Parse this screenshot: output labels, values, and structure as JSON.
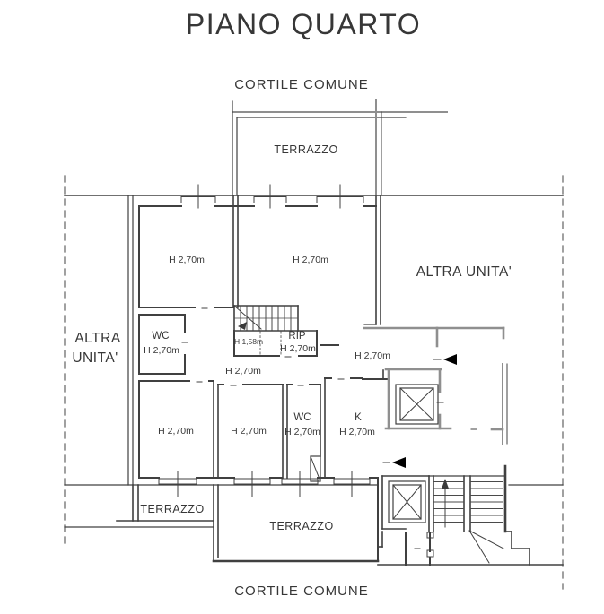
{
  "title": "PIANO QUARTO",
  "courtyard_top": "CORTILE COMUNE",
  "courtyard_bottom": "CORTILE COMUNE",
  "terraces": {
    "top": "TERRAZZO",
    "bottom_left": "TERRAZZO",
    "bottom_center": "TERRAZZO"
  },
  "adjacent_units": {
    "left_line1": "ALTRA",
    "left_line2": "UNITA'",
    "right": "ALTRA UNITA'"
  },
  "rooms": {
    "bedroom_top_left": {
      "height": "H 2,70m"
    },
    "bedroom_top_center": {
      "height": "H 2,70m"
    },
    "wc_upper": {
      "label": "WC",
      "height": "H 2,70m"
    },
    "understair": {
      "height": "H 1,58m"
    },
    "storage": {
      "label": "RIP",
      "height": "H 2,70m"
    },
    "entry_hall": {
      "height": "H 2,70m"
    },
    "corridor": {
      "height": "H 2,70m"
    },
    "bedroom_bottom_left": {
      "height": "H 2,70m"
    },
    "bedroom_bottom_center": {
      "height": "H 2,70m"
    },
    "wc_lower": {
      "label": "WC",
      "height": "H 2,70m"
    },
    "kitchen": {
      "label": "K",
      "height": "H 2,70m"
    }
  },
  "colors": {
    "background": "#ffffff",
    "line": "#404040",
    "wall_gray": "#8f8f8f",
    "text": "#373737"
  }
}
